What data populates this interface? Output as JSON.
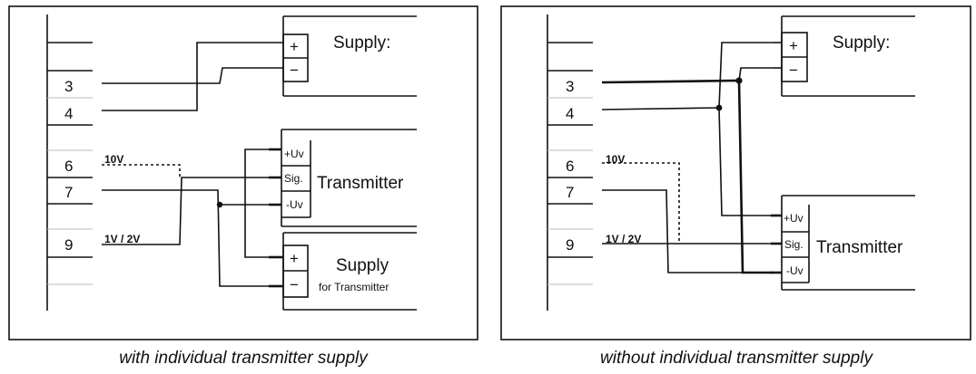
{
  "left": {
    "caption": "with individual transmitter supply",
    "terminals": {
      "t3": "3",
      "t4": "4",
      "t6": "6",
      "t7": "7",
      "t9": "9"
    },
    "supply_label": "Supply:",
    "supply_plus": "+",
    "supply_minus": "−",
    "signal_10v": "10V",
    "signal_1v2v": "1V / 2V",
    "transmitter_label": "Transmitter",
    "tx_plus_uv": "+Uv",
    "tx_sig": "Sig.",
    "tx_minus_uv": "-Uv",
    "tx_supply_label": "Supply",
    "tx_supply_sub": "for Transmitter",
    "tx_supply_plus": "+",
    "tx_supply_minus": "−"
  },
  "right": {
    "caption": "without individual transmitter supply",
    "terminals": {
      "t3": "3",
      "t4": "4",
      "t6": "6",
      "t7": "7",
      "t9": "9"
    },
    "supply_label": "Supply:",
    "supply_plus": "+",
    "supply_minus": "−",
    "signal_10v": "10V",
    "signal_1v2v": "1V / 2V",
    "transmitter_label": "Transmitter",
    "tx_plus_uv": "+Uv",
    "tx_sig": "Sig.",
    "tx_minus_uv": "-Uv"
  }
}
